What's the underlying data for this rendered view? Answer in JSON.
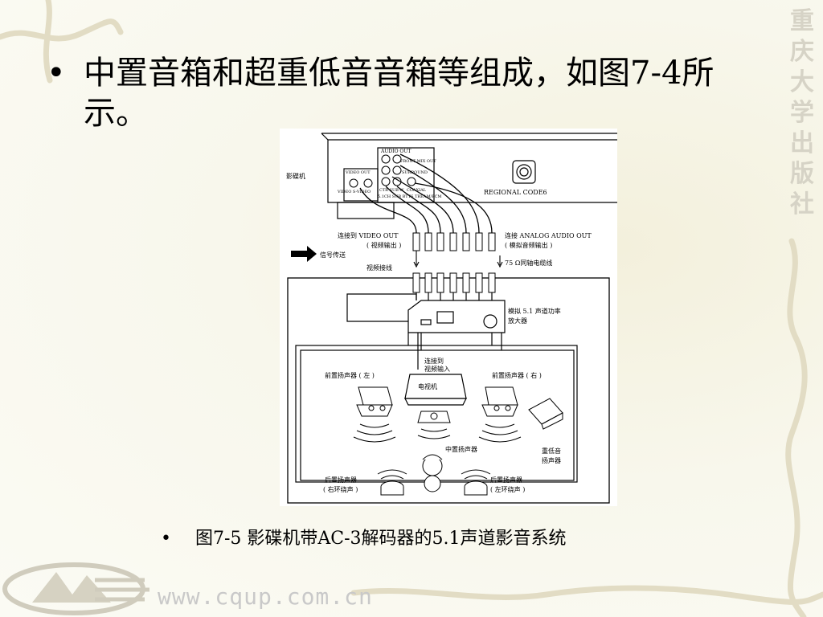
{
  "bullet": "中置音箱和超重低音音箱等组成，如图7-4所示。",
  "caption": "图7-5  影碟机带AC-3解码器的5.1声道影音系统",
  "watermark": "www.cqup.com.cn",
  "side_title": [
    "重",
    "庆",
    "大",
    "学",
    "出",
    "版",
    "社"
  ],
  "diagram": {
    "player_label": "影碟机",
    "audio_out": "AUDIO OUT",
    "front_mix_out": "FRONT MIX OUT",
    "surround": "SURROUND",
    "video_out": "VIDEO OUT",
    "video_s": "VIDEO S-VIDEO",
    "ctr_sub_w": "CTR SUB-W",
    "coaxial": "COAXIAL",
    "sub_btts": "5.1CH SUB BTTS TREAM/PCM",
    "regional": "REGIONAL CODE6",
    "connect_video": "连接到 VIDEO OUT",
    "video_out_cn": "( 视频输出 )",
    "connect_analog": "连接 ANALOG AUDIO OUT",
    "analog_cn": "( 模拟音频输出 )",
    "signal": "信号传送",
    "video_cable": "视频接线",
    "coax_cable": "75 Ω同轴电缆线",
    "amp": "模拟 5.1 声道功率",
    "amp2": "放大器",
    "connect_to": "连接到",
    "video_in": "视频输入",
    "front_left": "前置扬声器 ( 左 )",
    "front_right": "前置扬声器 ( 右 )",
    "tv": "电视机",
    "center": "中置扬声器",
    "subwoofer1": "重低音",
    "subwoofer2": "扬声器",
    "rear_left_label": "后置扬声器",
    "rear_left_sub": "( 右环绕声 )",
    "rear_right_label": "后置扬声器",
    "rear_right_sub": "( 左环绕声 )"
  }
}
